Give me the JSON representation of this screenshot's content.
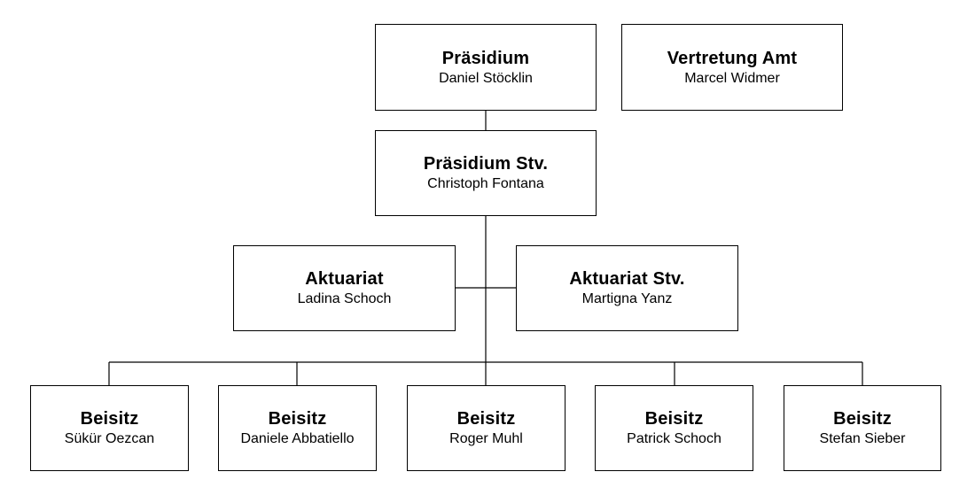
{
  "colors": {
    "background": "#ffffff",
    "border": "#000000",
    "text": "#000000"
  },
  "org_chart": {
    "praesidium": {
      "role": "Präsidium",
      "name": "Daniel Stöcklin"
    },
    "vertretung_amt": {
      "role": "Vertretung Amt",
      "name": "Marcel Widmer"
    },
    "praesidium_stv": {
      "role": "Präsidium Stv.",
      "name": "Christoph Fontana"
    },
    "aktuariat": {
      "role": "Aktuariat",
      "name": "Ladina Schoch"
    },
    "aktuariat_stv": {
      "role": "Aktuariat Stv.",
      "name": "Martigna Yanz"
    },
    "beisitz": [
      {
        "role": "Beisitz",
        "name": "Sükür Oezcan"
      },
      {
        "role": "Beisitz",
        "name": "Daniele Abbatiello"
      },
      {
        "role": "Beisitz",
        "name": "Roger Muhl"
      },
      {
        "role": "Beisitz",
        "name": "Patrick Schoch"
      },
      {
        "role": "Beisitz",
        "name": "Stefan Sieber"
      }
    ]
  }
}
